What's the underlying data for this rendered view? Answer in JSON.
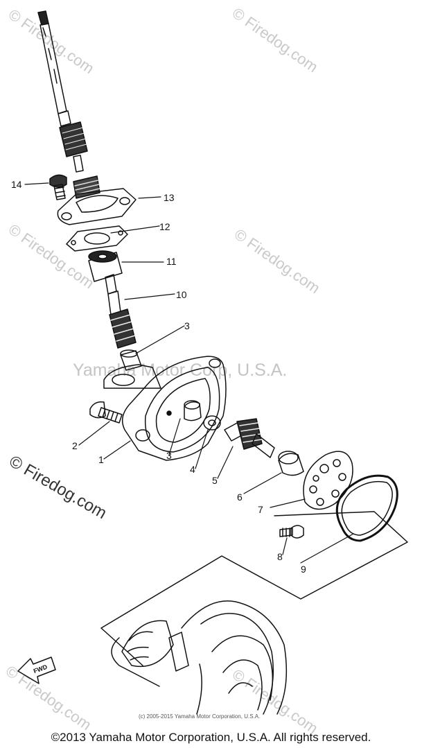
{
  "watermarks": {
    "site": "© Firedog.com",
    "center": "Yamaha Motor Corp, U.S.A.",
    "big": "© Firedog.com"
  },
  "callouts": {
    "c1": "1",
    "c2": "2",
    "c3a": "3",
    "c3b": "3",
    "c4": "4",
    "c5": "5",
    "c6": "6",
    "c7": "7",
    "c8": "8",
    "c9": "9",
    "c10": "10",
    "c11": "11",
    "c12": "12",
    "c13": "13",
    "c14": "14"
  },
  "fwd_label": "FWD",
  "small_copyright": "(c) 2005-2015 Yamaha Motor Corporation, U.S.A.",
  "copyright": "©2013 Yamaha Motor Corporation, U.S.A. All rights reserved."
}
